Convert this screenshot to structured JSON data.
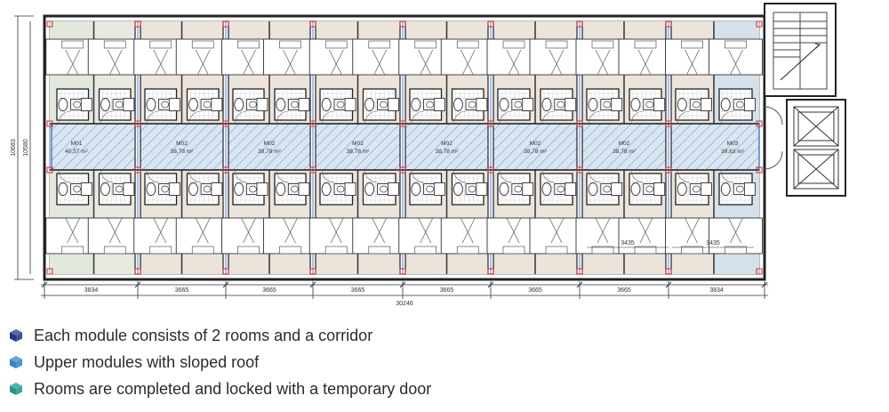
{
  "plan": {
    "modules": [
      {
        "code": "M01",
        "area": "40,57 m²"
      },
      {
        "code": "M02",
        "area": "38,78 m²"
      },
      {
        "code": "M02",
        "area": "38,78 m²"
      },
      {
        "code": "M02",
        "area": "38,78 m²"
      },
      {
        "code": "M02",
        "area": "38,78 m²"
      },
      {
        "code": "M02",
        "area": "38,78 m²"
      },
      {
        "code": "M02",
        "area": "38,78 m²"
      },
      {
        "code": "M03",
        "area": "39,63 m²"
      }
    ],
    "bottom_dims": [
      "3834",
      "3665",
      "3665",
      "3665",
      "3665",
      "3665",
      "3665",
      "3834"
    ],
    "total_dim": "30246",
    "left_dims": [
      "10683",
      "10580"
    ],
    "inner_dims": [
      "3435",
      "3435"
    ]
  },
  "legend": [
    {
      "text": "Each module consists of 2 rooms and a corridor",
      "color": "#1f3b7a",
      "icon": "dark-blue-cube-icon"
    },
    {
      "text": "Upper modules with sloped roof",
      "color": "#2f86c6",
      "icon": "light-blue-cube-icon"
    },
    {
      "text": "Rooms are completed and locked with a temporary door",
      "color": "#1f9a8a",
      "icon": "teal-cube-icon"
    }
  ]
}
